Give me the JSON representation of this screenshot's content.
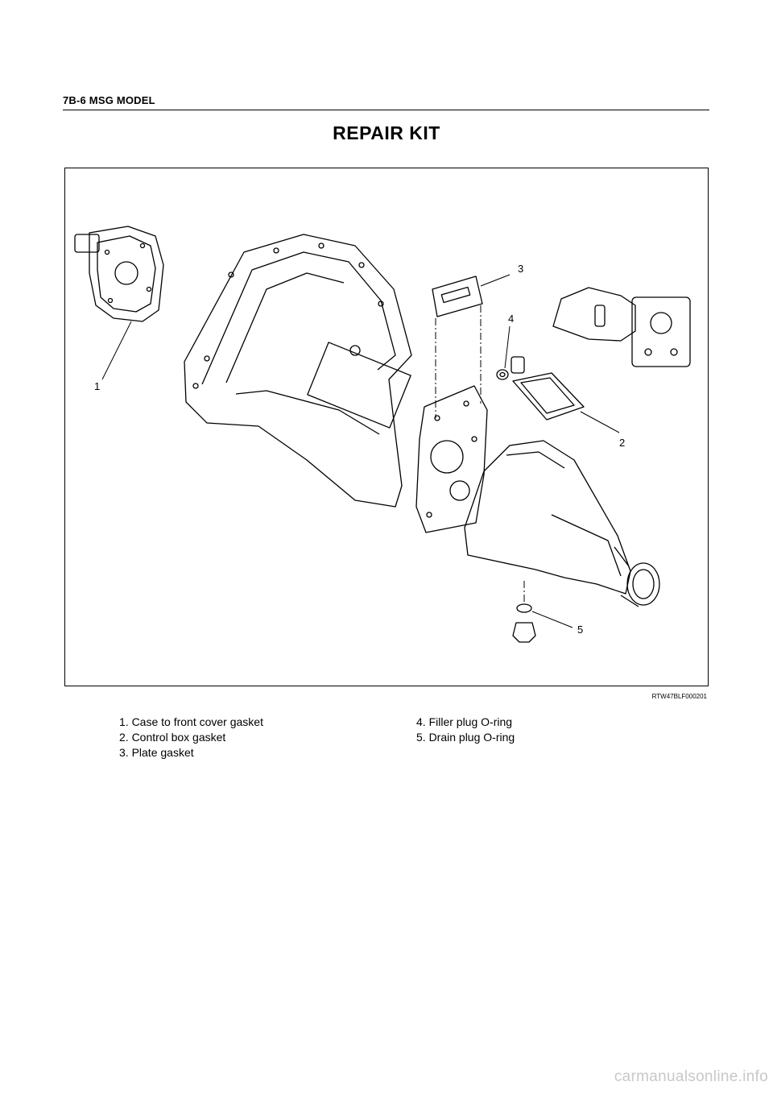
{
  "header": {
    "section": "7B-6  MSG MODEL"
  },
  "title": "REPAIR KIT",
  "figure": {
    "callouts": [
      "1",
      "2",
      "3",
      "4",
      "5"
    ],
    "code": "RTW47BLF000201"
  },
  "legend": {
    "left": [
      "1. Case to front cover gasket",
      "2. Control box gasket",
      "3. Plate gasket"
    ],
    "right": [
      "4. Filler plug O-ring",
      "5. Drain plug O-ring"
    ]
  },
  "brand": "carmanualsonline.info"
}
